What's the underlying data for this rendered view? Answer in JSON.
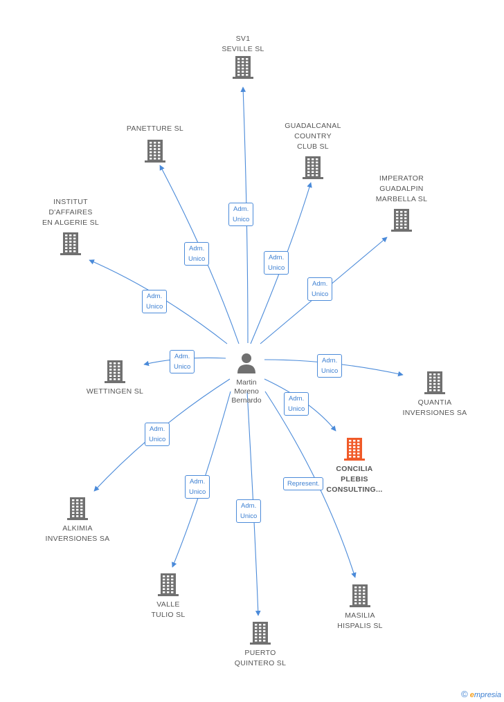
{
  "center": {
    "name": "Martin\nMoreno\nBernardo"
  },
  "colors": {
    "edge": "#4a8ad9",
    "building": "#707070",
    "highlight": "#f05a28",
    "badge_text": "#3c7fd1"
  },
  "companies": [
    {
      "id": "sv1",
      "name": "SV1\nSEVILLE SL",
      "role": "Adm.\nUnico",
      "icon": "building-icon"
    },
    {
      "id": "panetture",
      "name": "PANETTURE  SL",
      "role": "Adm.\nUnico",
      "icon": "building-icon"
    },
    {
      "id": "guadalcanal",
      "name": "GUADALCANAL\nCOUNTRY\nCLUB SL",
      "role": "Adm.\nUnico",
      "icon": "building-icon"
    },
    {
      "id": "imperator",
      "name": "IMPERATOR\nGUADALPIN\nMARBELLA  SL",
      "role": "Adm.\nUnico",
      "icon": "building-icon"
    },
    {
      "id": "institut",
      "name": "INSTITUT\nD'AFFAIRES\nEN ALGERIE  SL",
      "role": "Adm.\nUnico",
      "icon": "building-icon"
    },
    {
      "id": "wettingen",
      "name": "WETTINGEN  SL",
      "role": "Adm.\nUnico",
      "icon": "building-icon"
    },
    {
      "id": "quantia",
      "name": "QUANTIA\nINVERSIONES SA",
      "role": "Adm.\nUnico",
      "icon": "building-icon"
    },
    {
      "id": "concilia",
      "name": "CONCILIA\nPLEBIS\nCONSULTING...",
      "role": "Adm.\nUnico",
      "icon": "building-icon",
      "highlight": true
    },
    {
      "id": "alkimia",
      "name": "ALKIMIA\nINVERSIONES SA",
      "role": "Adm.\nUnico",
      "icon": "building-icon"
    },
    {
      "id": "valle",
      "name": "VALLE\nTULIO SL",
      "role": "Adm.\nUnico",
      "icon": "building-icon"
    },
    {
      "id": "puerto",
      "name": "PUERTO\nQUINTERO SL",
      "role": "Adm.\nUnico",
      "icon": "building-icon"
    },
    {
      "id": "masilia",
      "name": "MASILIA\nHISPALIS SL",
      "role": "Represent.",
      "icon": "building-icon"
    }
  ],
  "footer": {
    "copyright": "©",
    "brand_initial": "e",
    "brand_rest": "mpresia"
  }
}
